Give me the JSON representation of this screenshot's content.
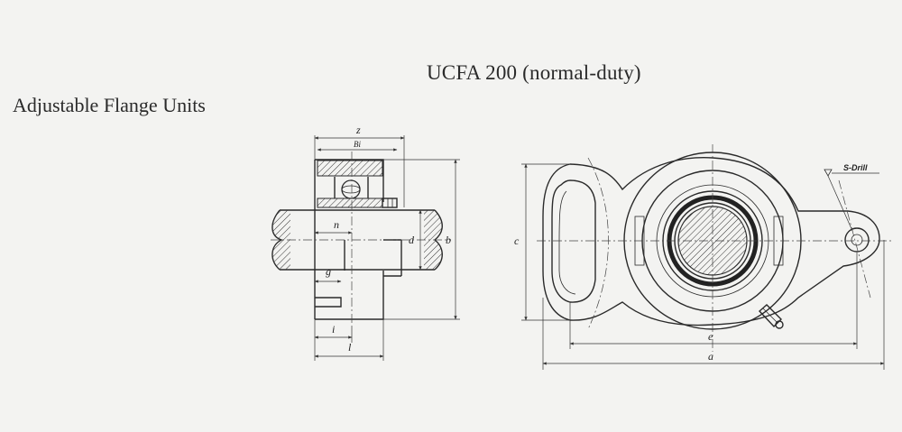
{
  "title": "UCFA 200 (normal-duty)",
  "subtitle": "Adjustable Flange Units",
  "side_view_labels": {
    "z": "z",
    "bi": "Bi",
    "n": "n",
    "d": "d",
    "b": "b",
    "g": "g",
    "i": "i",
    "l": "l"
  },
  "front_view_labels": {
    "c": "c",
    "e": "e",
    "a": "a",
    "drill": "S-Drill"
  }
}
